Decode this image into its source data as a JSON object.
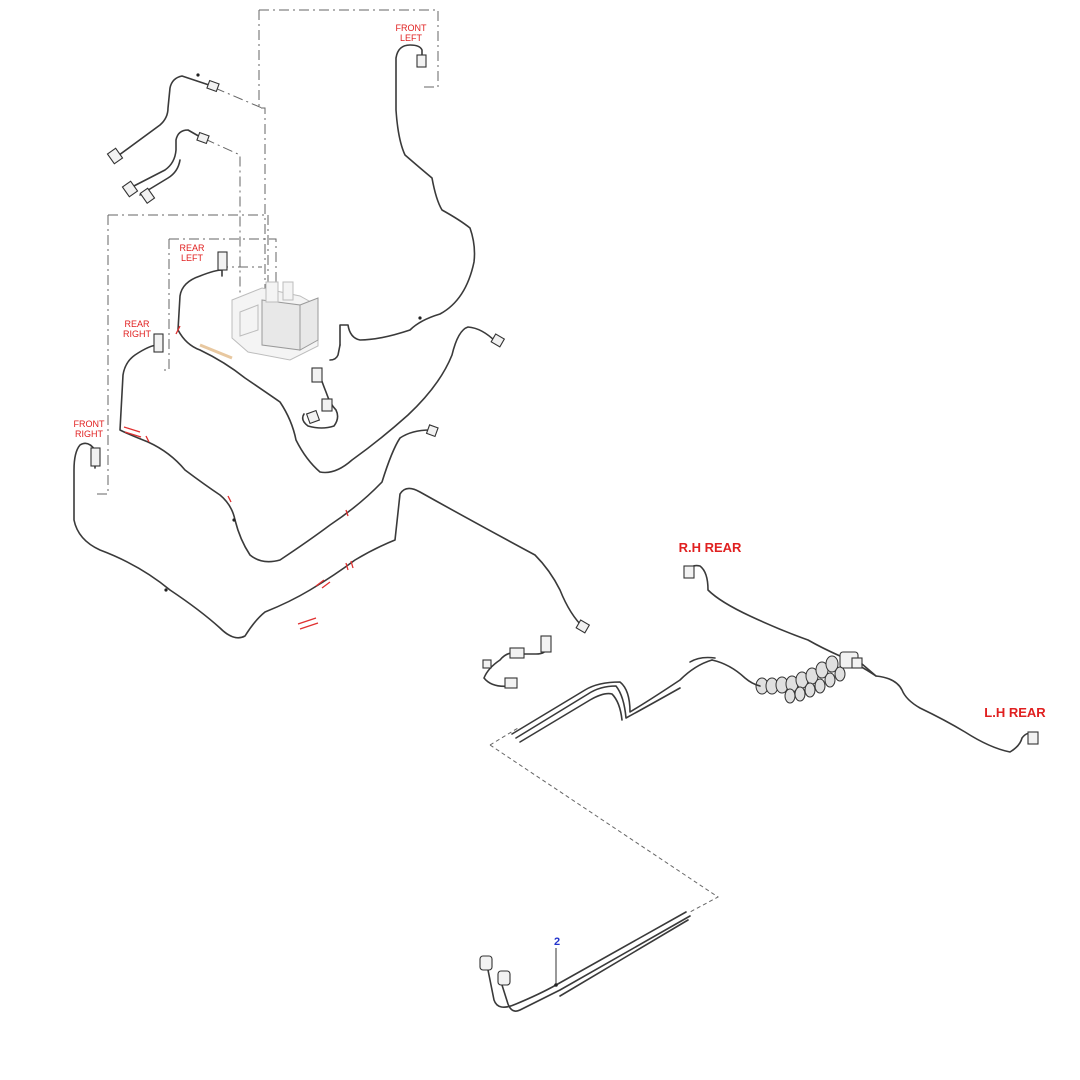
{
  "labels": {
    "front_left": [
      "FRONT",
      "LEFT"
    ],
    "rear_left": [
      "REAR",
      "LEFT"
    ],
    "rear_right": [
      "REAR",
      "RIGHT"
    ],
    "front_right": [
      "FRONT",
      "RIGHT"
    ],
    "rh_rear": "R.H REAR",
    "lh_rear": "L.H REAR",
    "callout_2": "2"
  },
  "colors": {
    "label": "#e02020",
    "callout": "#2233cc",
    "pipe": "#3a3a3a"
  }
}
